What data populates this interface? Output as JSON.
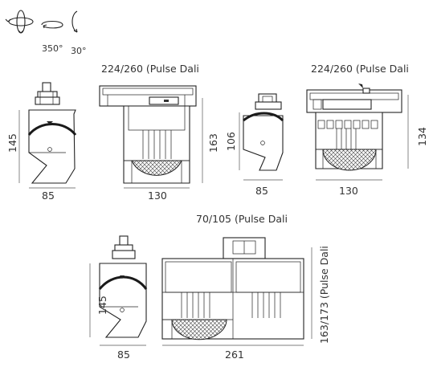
{
  "rotation": {
    "horizontal_label": "350°",
    "vertical_label": "30°"
  },
  "views": {
    "top_left": {
      "side_height": "145",
      "side_width": "85",
      "front_title": "224/260 (Pulse Dali",
      "front_width": "130",
      "front_height": "163"
    },
    "top_right": {
      "side_height": "106",
      "side_width": "85",
      "front_title": "224/260 (Pulse Dali",
      "front_width": "130",
      "front_height": "134"
    },
    "bottom": {
      "side_height": "145",
      "side_width": "85",
      "front_title": "70/105 (Pulse Dali",
      "front_width": "261",
      "front_height": "163/173 (Pulse Dali"
    }
  }
}
